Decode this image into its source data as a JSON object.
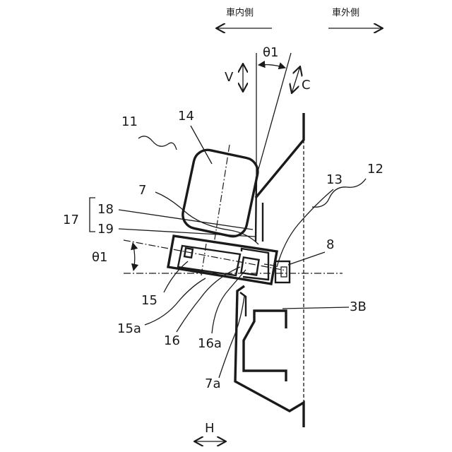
{
  "direction_labels": {
    "inner": "車内側",
    "outer": "車外側"
  },
  "angle_top": "θ1",
  "angle_left": "θ1",
  "motion_labels": {
    "v": "V",
    "c": "C",
    "h": "H"
  },
  "ref_labels": {
    "n11": "11",
    "n14": "14",
    "n7": "7",
    "n17": "17",
    "n18": "18",
    "n19": "19",
    "n15": "15",
    "n15a": "15a",
    "n16": "16",
    "n16a": "16a",
    "n7a": "7a",
    "n12": "12",
    "n13": "13",
    "n8": "8",
    "n3B": "3B"
  }
}
